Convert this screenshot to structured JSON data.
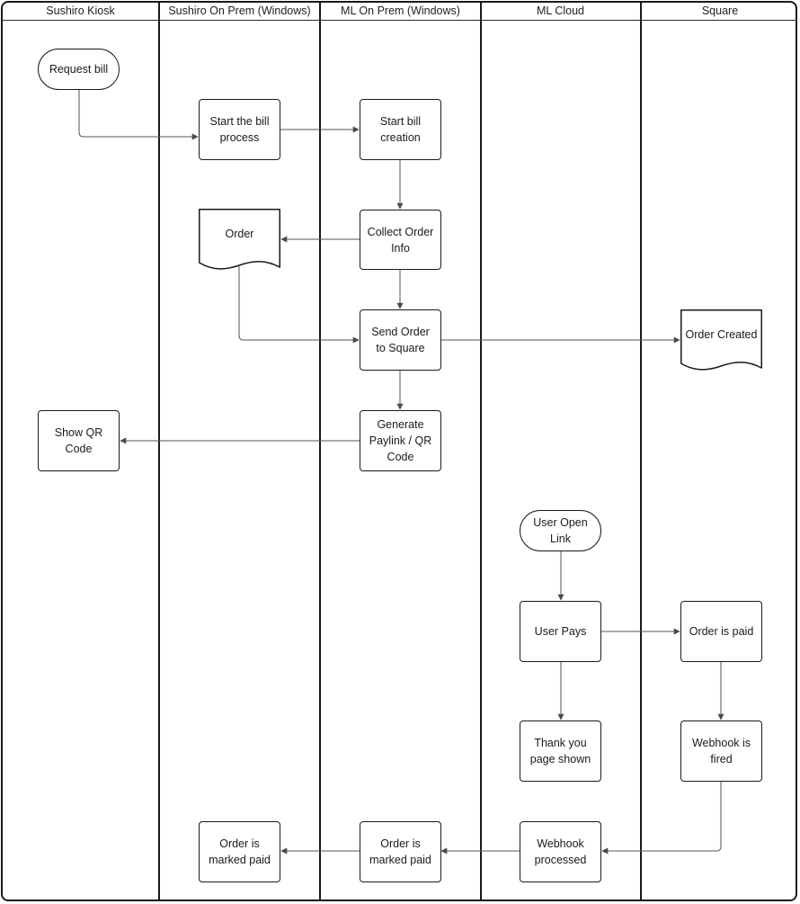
{
  "lanes": [
    {
      "id": "kiosk",
      "label": "Sushiro Kiosk"
    },
    {
      "id": "sushiro_onprem",
      "label": "Sushiro On Prem (Windows)"
    },
    {
      "id": "ml_onprem",
      "label": "ML On Prem (Windows)"
    },
    {
      "id": "ml_cloud",
      "label": "ML Cloud"
    },
    {
      "id": "square",
      "label": "Square"
    }
  ],
  "nodes": {
    "request_bill": {
      "label": "Request bill",
      "shape": "terminal",
      "lane": "kiosk"
    },
    "start_bill_process": {
      "label": "Start the bill process",
      "shape": "process",
      "lane": "sushiro_onprem"
    },
    "start_bill_creation": {
      "label": "Start bill creation",
      "shape": "process",
      "lane": "ml_onprem"
    },
    "collect_order_info": {
      "label": "Collect Order Info",
      "shape": "process",
      "lane": "ml_onprem"
    },
    "order_doc": {
      "label": "Order",
      "shape": "document",
      "lane": "sushiro_onprem"
    },
    "send_order_to_square": {
      "label": "Send Order to Square",
      "shape": "process",
      "lane": "ml_onprem"
    },
    "order_created": {
      "label": "Order Created",
      "shape": "document",
      "lane": "square"
    },
    "generate_paylink": {
      "label": "Generate Paylink / QR Code",
      "shape": "process",
      "lane": "ml_onprem"
    },
    "show_qr_code": {
      "label": "Show QR Code",
      "shape": "process",
      "lane": "kiosk"
    },
    "user_open_link": {
      "label": "User Open Link",
      "shape": "terminal",
      "lane": "ml_cloud"
    },
    "user_pays": {
      "label": "User Pays",
      "shape": "process",
      "lane": "ml_cloud"
    },
    "order_is_paid": {
      "label": "Order is paid",
      "shape": "process",
      "lane": "square"
    },
    "thank_you_page": {
      "label": "Thank you page shown",
      "shape": "process",
      "lane": "ml_cloud"
    },
    "webhook_fired": {
      "label": "Webhook is fired",
      "shape": "process",
      "lane": "square"
    },
    "webhook_processed": {
      "label": "Webhook processed",
      "shape": "process",
      "lane": "ml_cloud"
    },
    "ml_order_marked_paid": {
      "label": "Order is marked paid",
      "shape": "process",
      "lane": "ml_onprem"
    },
    "sushiro_order_marked_paid": {
      "label": "Order is marked paid",
      "shape": "process",
      "lane": "sushiro_onprem"
    }
  },
  "edges": [
    {
      "from": "request_bill",
      "to": "start_bill_process"
    },
    {
      "from": "start_bill_process",
      "to": "start_bill_creation"
    },
    {
      "from": "start_bill_creation",
      "to": "collect_order_info"
    },
    {
      "from": "collect_order_info",
      "to": "order_doc"
    },
    {
      "from": "collect_order_info",
      "to": "send_order_to_square"
    },
    {
      "from": "order_doc",
      "to": "send_order_to_square"
    },
    {
      "from": "send_order_to_square",
      "to": "order_created"
    },
    {
      "from": "send_order_to_square",
      "to": "generate_paylink"
    },
    {
      "from": "generate_paylink",
      "to": "show_qr_code"
    },
    {
      "from": "user_open_link",
      "to": "user_pays"
    },
    {
      "from": "user_pays",
      "to": "order_is_paid"
    },
    {
      "from": "user_pays",
      "to": "thank_you_page"
    },
    {
      "from": "order_is_paid",
      "to": "webhook_fired"
    },
    {
      "from": "webhook_fired",
      "to": "webhook_processed"
    },
    {
      "from": "webhook_processed",
      "to": "ml_order_marked_paid"
    },
    {
      "from": "ml_order_marked_paid",
      "to": "sushiro_order_marked_paid"
    }
  ]
}
